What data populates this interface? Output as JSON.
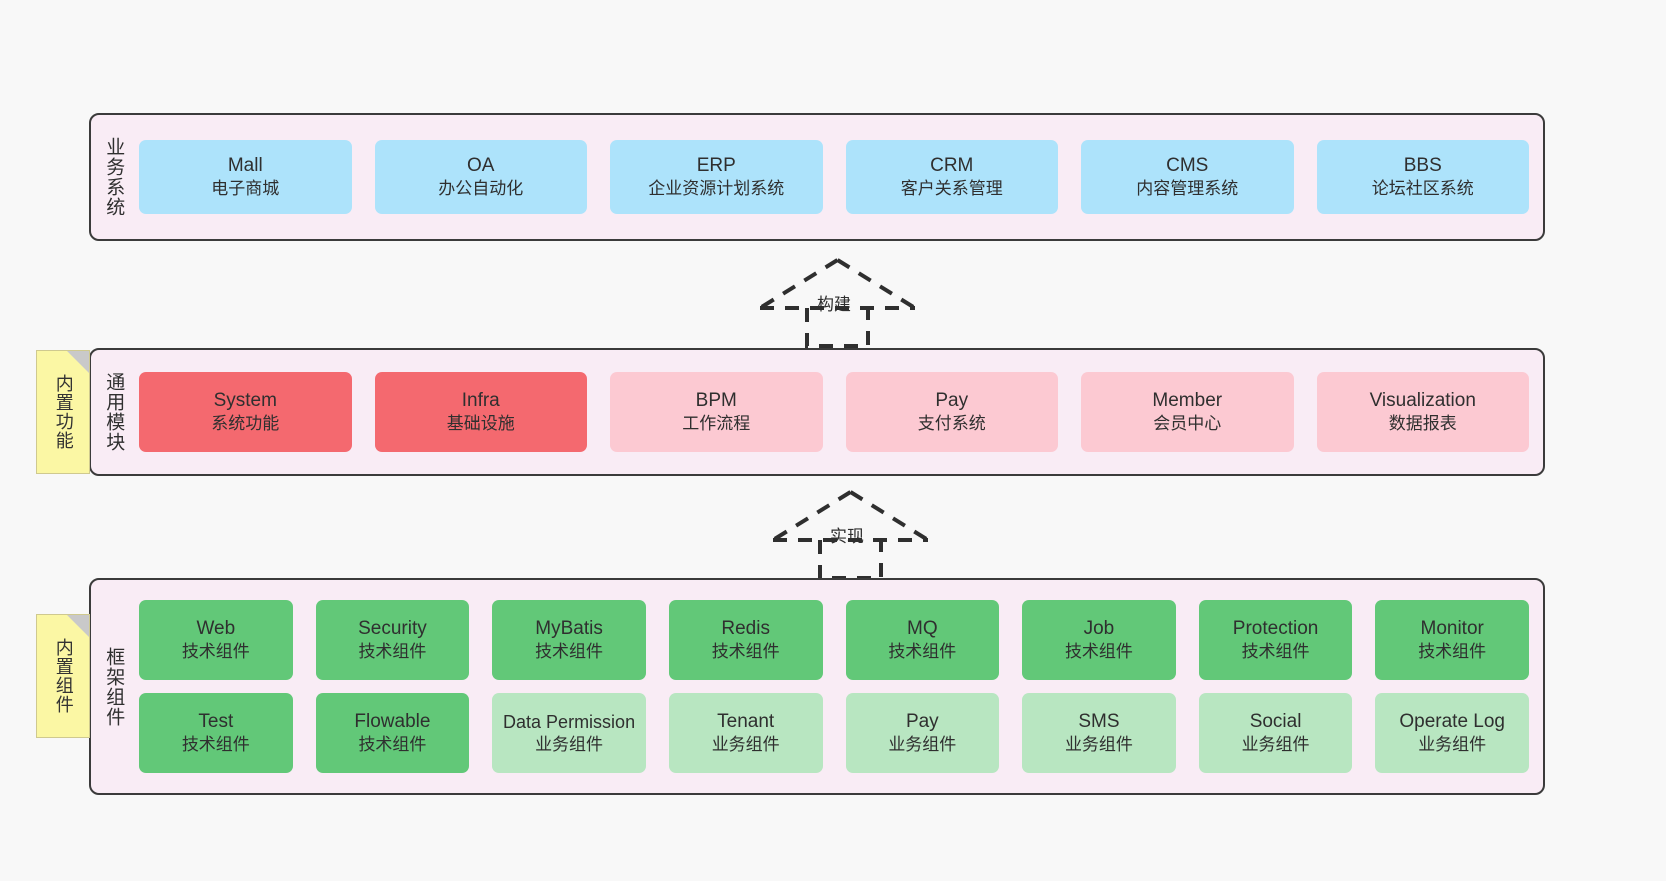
{
  "diagram": {
    "background_color": "#f8f8f8",
    "layers": [
      {
        "key": "business",
        "title": "业务系统",
        "container_color": "#f9ecf5",
        "rows": [
          {
            "boxes": [
              {
                "title": "Mall",
                "sub": "电子商城",
                "color": "#ade3fb",
                "style": "blue"
              },
              {
                "title": "OA",
                "sub": "办公自动化",
                "color": "#ade3fb",
                "style": "blue"
              },
              {
                "title": "ERP",
                "sub": "企业资源计划系统",
                "color": "#ade3fb",
                "style": "blue"
              },
              {
                "title": "CRM",
                "sub": "客户关系管理",
                "color": "#ade3fb",
                "style": "blue"
              },
              {
                "title": "CMS",
                "sub": "内容管理系统",
                "color": "#ade3fb",
                "style": "blue"
              },
              {
                "title": "BBS",
                "sub": "论坛社区系统",
                "color": "#ade3fb",
                "style": "blue"
              }
            ]
          }
        ]
      },
      {
        "key": "common",
        "title": "通用模块",
        "container_color": "#f9ecf5",
        "rows": [
          {
            "boxes": [
              {
                "title": "System",
                "sub": "系统功能",
                "color": "#f4696f",
                "style": "red"
              },
              {
                "title": "Infra",
                "sub": "基础设施",
                "color": "#f4696f",
                "style": "red"
              },
              {
                "title": "BPM",
                "sub": "工作流程",
                "color": "#fcc9d2",
                "style": "pink"
              },
              {
                "title": "Pay",
                "sub": "支付系统",
                "color": "#fcc9d2",
                "style": "pink"
              },
              {
                "title": "Member",
                "sub": "会员中心",
                "color": "#fcc9d2",
                "style": "pink"
              },
              {
                "title": "Visualization",
                "sub": "数据报表",
                "color": "#fcc9d2",
                "style": "pink"
              }
            ]
          }
        ]
      },
      {
        "key": "frame",
        "title": "框架组件",
        "container_color": "#f9ecf5",
        "rows": [
          {
            "boxes": [
              {
                "title": "Web",
                "sub": "技术组件",
                "color": "#62c878",
                "style": "green"
              },
              {
                "title": "Security",
                "sub": "技术组件",
                "color": "#62c878",
                "style": "green"
              },
              {
                "title": "MyBatis",
                "sub": "技术组件",
                "color": "#62c878",
                "style": "green"
              },
              {
                "title": "Redis",
                "sub": "技术组件",
                "color": "#62c878",
                "style": "green"
              },
              {
                "title": "MQ",
                "sub": "技术组件",
                "color": "#62c878",
                "style": "green"
              },
              {
                "title": "Job",
                "sub": "技术组件",
                "color": "#62c878",
                "style": "green"
              },
              {
                "title": "Protection",
                "sub": "技术组件",
                "color": "#62c878",
                "style": "green"
              },
              {
                "title": "Monitor",
                "sub": "技术组件",
                "color": "#62c878",
                "style": "green"
              }
            ]
          },
          {
            "boxes": [
              {
                "title": "Test",
                "sub": "技术组件",
                "color": "#62c878",
                "style": "green"
              },
              {
                "title": "Flowable",
                "sub": "技术组件",
                "color": "#62c878",
                "style": "green"
              },
              {
                "title": "Data Permission",
                "sub": "业务组件",
                "color": "#b8e6c1",
                "style": "lgreen"
              },
              {
                "title": "Tenant",
                "sub": "业务组件",
                "color": "#b8e6c1",
                "style": "lgreen"
              },
              {
                "title": "Pay",
                "sub": "业务组件",
                "color": "#b8e6c1",
                "style": "lgreen"
              },
              {
                "title": "SMS",
                "sub": "业务组件",
                "color": "#b8e6c1",
                "style": "lgreen"
              },
              {
                "title": "Social",
                "sub": "业务组件",
                "color": "#b8e6c1",
                "style": "lgreen"
              },
              {
                "title": "Operate Log",
                "sub": "业务组件",
                "color": "#b8e6c1",
                "style": "lgreen"
              }
            ]
          }
        ]
      }
    ],
    "notes": [
      {
        "key": "functions",
        "text": "内置功能",
        "color": "#fbf7a4"
      },
      {
        "key": "components",
        "text": "内置组件",
        "color": "#fbf7a4"
      }
    ],
    "arrows": [
      {
        "key": "build",
        "label": "构建",
        "style": "dashed-generalization-up"
      },
      {
        "key": "impl",
        "label": "实现",
        "style": "dashed-generalization-up"
      }
    ]
  }
}
